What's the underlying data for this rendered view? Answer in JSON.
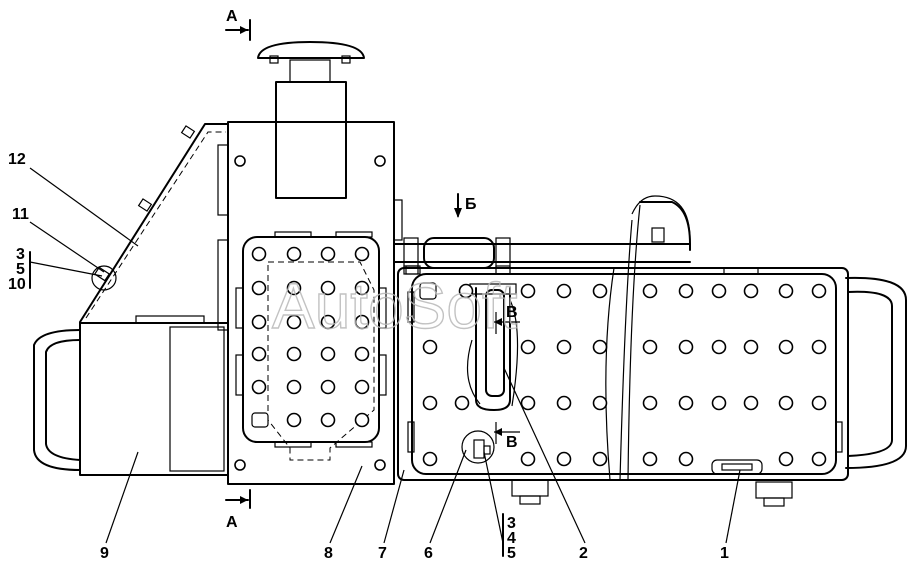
{
  "watermark": "AutoSoft",
  "section_labels": {
    "a_top": "А",
    "a_bottom": "А",
    "b": "Б",
    "v_top": "В",
    "v_bottom": "В"
  },
  "callouts": {
    "c1": "1",
    "c2": "2",
    "c3_bottom": "3",
    "c4_bottom": "4",
    "c5_bottom": "5",
    "c6": "6",
    "c7": "7",
    "c8": "8",
    "c9": "9",
    "c3_left": "3",
    "c5_left": "5",
    "c10_left": "10",
    "c11": "11",
    "c12": "12"
  }
}
